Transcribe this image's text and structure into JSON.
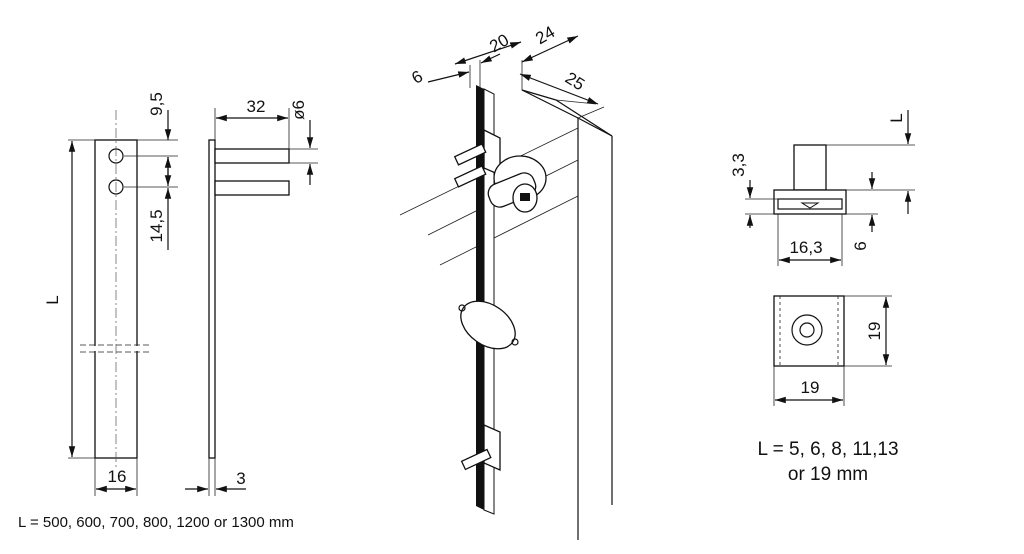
{
  "bar_dims": {
    "d_9_5": "9,5",
    "d_14_5": "14,5",
    "d_L": "L",
    "d_16": "16"
  },
  "side_dims": {
    "d_32": "32",
    "d_dia6": "ø6",
    "d_3": "3"
  },
  "iso_dims": {
    "d_6": "6",
    "d_20": "20",
    "d_24": "24",
    "d_25": "25"
  },
  "lock_dims": {
    "d_L": "L",
    "d_3_3": "3,3",
    "d_16_3": "16,3",
    "d_6": "6",
    "d_19h": "19",
    "d_19w": "19"
  },
  "notes": {
    "bar_lengths": "L = 500, 600, 700, 800, 1200 or 1300 mm",
    "lock_lengths_1": "L = 5, 6, 8, 11,13",
    "lock_lengths_2": "or 19 mm"
  }
}
